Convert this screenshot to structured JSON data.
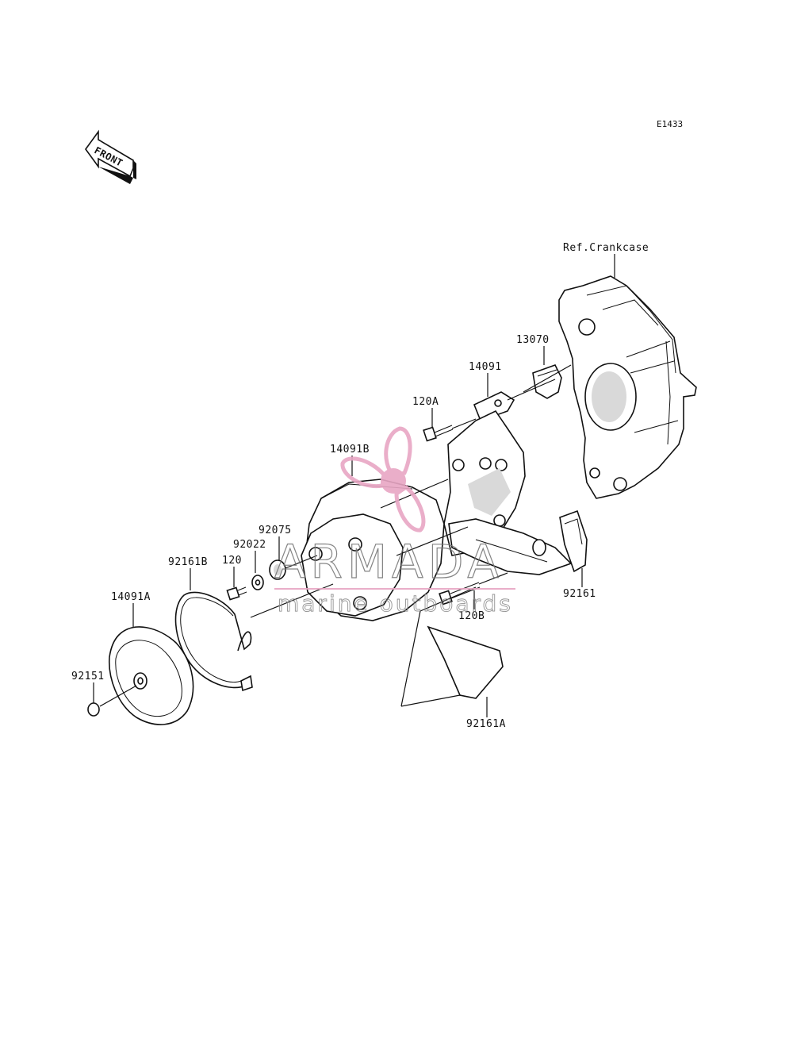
{
  "diagram_code": "E1433",
  "front_label": "FRONT",
  "reference_label": "Ref.Crankcase",
  "parts": [
    {
      "id": "13070"
    },
    {
      "id": "14091"
    },
    {
      "id": "120A"
    },
    {
      "id": "14091B"
    },
    {
      "id": "92075"
    },
    {
      "id": "92022"
    },
    {
      "id": "120"
    },
    {
      "id": "92161B"
    },
    {
      "id": "14091A"
    },
    {
      "id": "92151"
    },
    {
      "id": "120B"
    },
    {
      "id": "92161"
    },
    {
      "id": "92161A"
    }
  ],
  "watermark": {
    "brand": "ARMADA",
    "tagline": "marine outboards",
    "color": "#e8a6c4"
  }
}
